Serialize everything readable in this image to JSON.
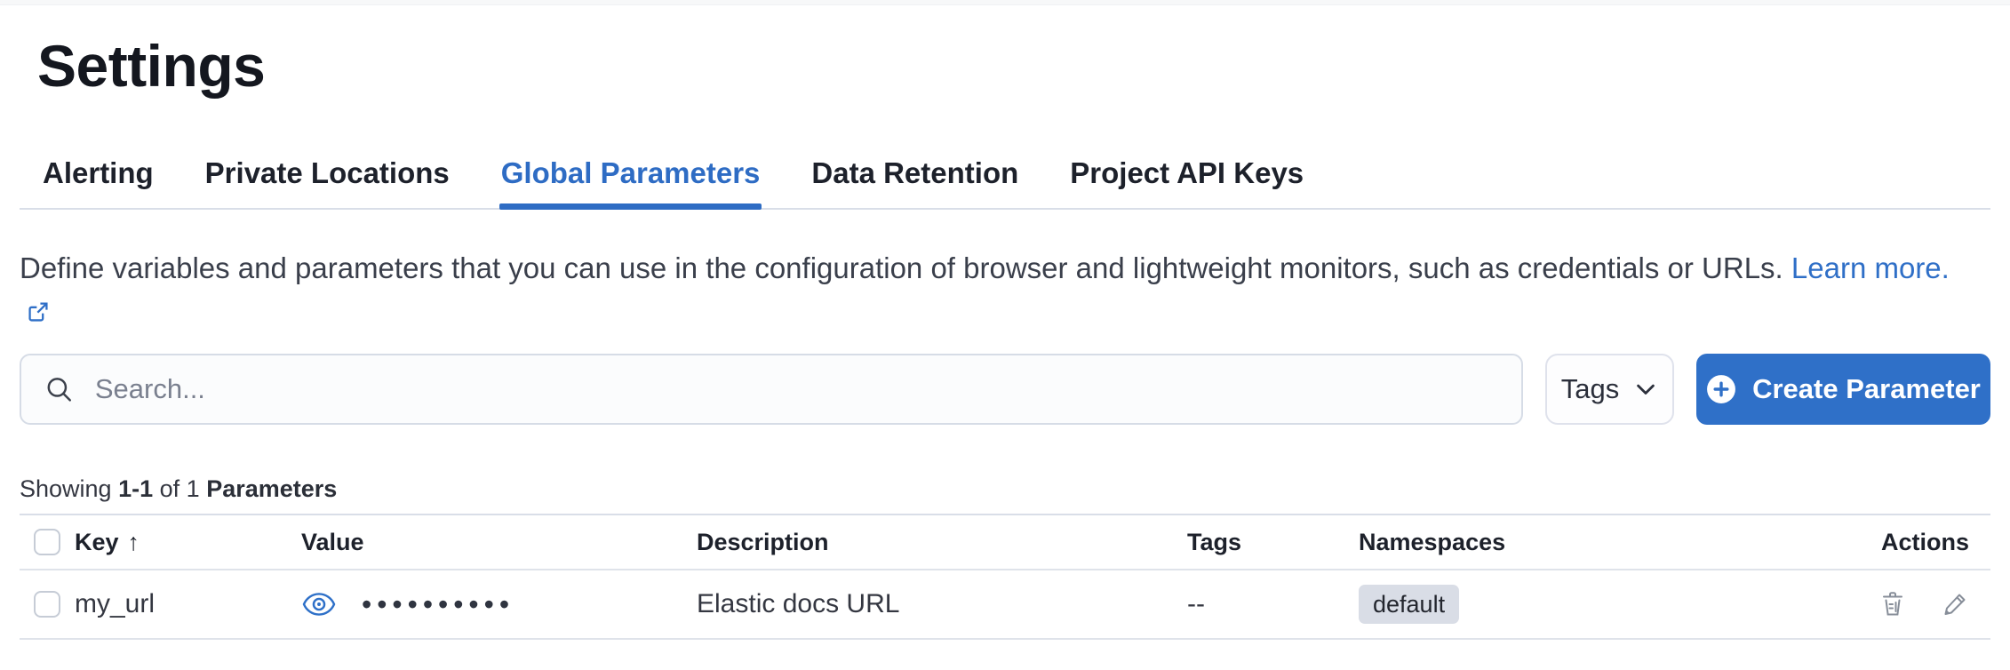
{
  "page": {
    "title": "Settings"
  },
  "tabs": [
    {
      "label": "Alerting",
      "active": false
    },
    {
      "label": "Private Locations",
      "active": false
    },
    {
      "label": "Global Parameters",
      "active": true
    },
    {
      "label": "Data Retention",
      "active": false
    },
    {
      "label": "Project API Keys",
      "active": false
    }
  ],
  "description": {
    "text": "Define variables and parameters that you can use in the configuration of browser and lightweight monitors, such as credentials or URLs.",
    "link_label": "Learn more."
  },
  "toolbar": {
    "search_placeholder": "Search...",
    "search_value": "",
    "tags_label": "Tags",
    "create_label": "Create Parameter"
  },
  "summary": {
    "showing": "Showing",
    "range": "1-1",
    "of": "of 1",
    "entity": "Parameters"
  },
  "table": {
    "headers": [
      "Key",
      "Value",
      "Description",
      "Tags",
      "Namespaces",
      "Actions"
    ],
    "sort": {
      "column": "Key",
      "direction": "ascending"
    },
    "rows": [
      {
        "key": "my_url",
        "value_masked": "••••••••••",
        "description": "Elastic docs URL",
        "tags": "--",
        "namespace": "default"
      }
    ]
  },
  "icons": {
    "search": "magnifier",
    "tags_button": "chevron-down",
    "create_button": "plus-in-circle",
    "link": "external-popout",
    "sort": "arrow-up",
    "value_reveal": "eye",
    "row_actions": [
      "trash",
      "pencil"
    ]
  },
  "colors": {
    "primary_blue": "#2F70C8",
    "active_tab_blue": "#2E6CC4",
    "link_blue": "#2F6FC7",
    "badge_bg": "#D9DDE6",
    "border_gray": "#D9DEE8",
    "text": "#343741",
    "muted_text": "#7A808F",
    "icon_gray": "#878E99"
  }
}
